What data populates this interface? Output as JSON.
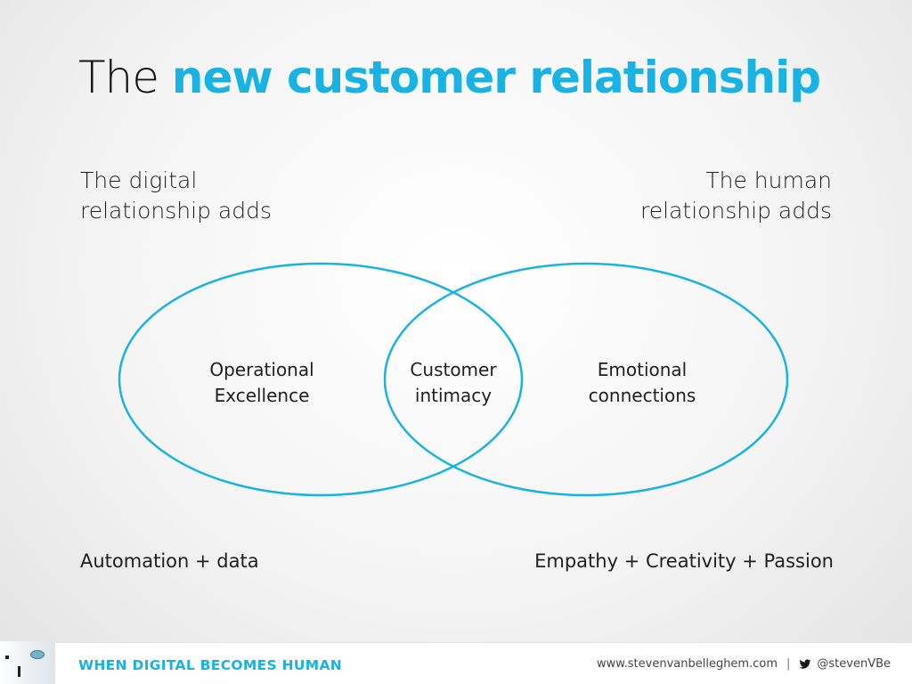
{
  "title": {
    "plain": "The",
    "highlight": "new customer relationship"
  },
  "left_header": {
    "line1": "The digital",
    "line2": "relationship adds"
  },
  "right_header": {
    "line1": "The human",
    "line2": "relationship adds"
  },
  "venn": {
    "left_region": {
      "line1": "Operational",
      "line2": "Excellence"
    },
    "overlap_region": {
      "line1": "Customer",
      "line2": "intimacy"
    },
    "right_region": {
      "line1": "Emotional",
      "line2": "connections"
    },
    "stroke_color": "#18b3e3"
  },
  "bottom_left": "Automation + data",
  "bottom_right": "Empathy + Creativity + Passion",
  "footer": {
    "tagline": "WHEN DIGITAL BECOMES HUMAN",
    "website": "www.stevenvanbelleghem.com",
    "separator": "|",
    "twitter_handle": "@stevenVBe",
    "twitter_icon": "bird-icon"
  },
  "colors": {
    "accent": "#18b3e3",
    "text": "#1a1a1a"
  }
}
